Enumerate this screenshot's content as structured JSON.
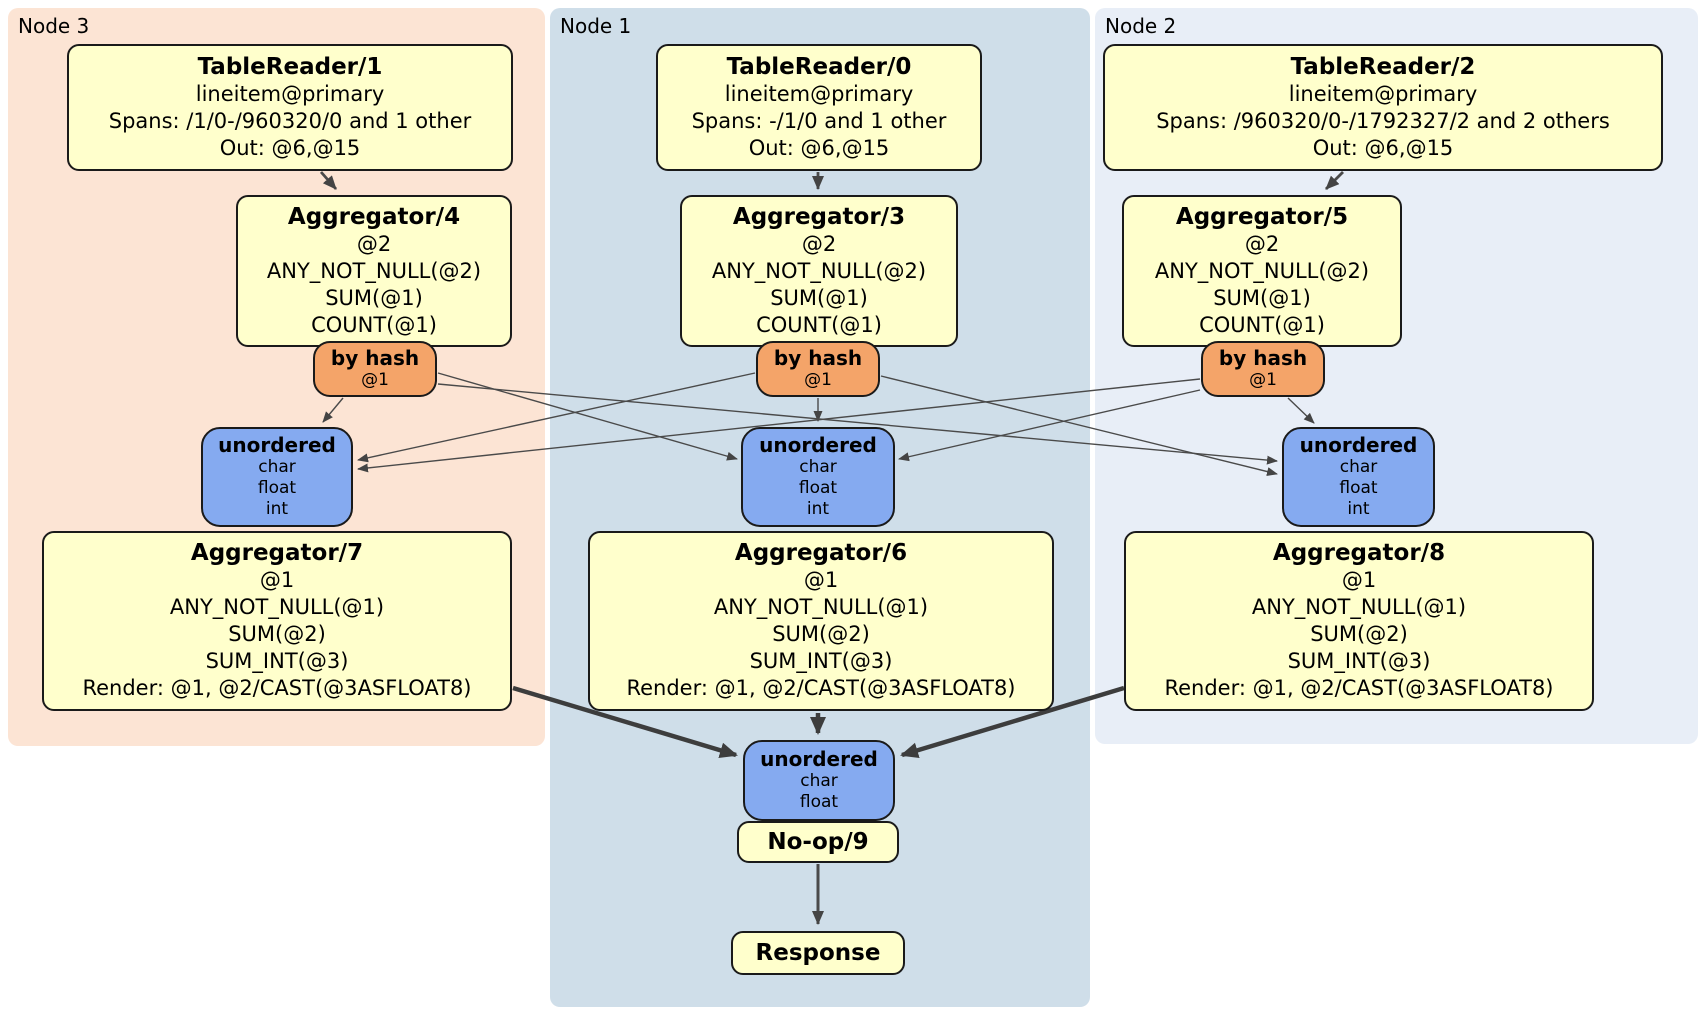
{
  "colors": {
    "node3_background": "#fce4d4",
    "node1_background": "#cfdee9",
    "node2_background": "#e8eef7",
    "processor_fill": "#ffffcc",
    "hash_router_fill": "#f4a469",
    "sync_fill": "#85aaf0",
    "edge_color": "#444444"
  },
  "nodes": [
    {
      "label": "Node 3",
      "table_reader": {
        "title": "TableReader/1",
        "lines": [
          "lineitem@primary",
          "Spans: /1/0-/960320/0 and 1 other",
          "Out: @6,@15"
        ]
      },
      "aggregator_top": {
        "title": "Aggregator/4",
        "lines": [
          "@2",
          "ANY_NOT_NULL(@2)",
          "SUM(@1)",
          "COUNT(@1)"
        ]
      },
      "hash_router": {
        "title": "by hash",
        "lines": [
          "@1"
        ]
      },
      "sync": {
        "title": "unordered",
        "lines": [
          "char",
          "float",
          "int"
        ]
      },
      "aggregator_bottom": {
        "title": "Aggregator/7",
        "lines": [
          "@1",
          "ANY_NOT_NULL(@1)",
          "SUM(@2)",
          "SUM_INT(@3)",
          "Render: @1, @2/CAST(@3ASFLOAT8)"
        ]
      }
    },
    {
      "label": "Node 1",
      "table_reader": {
        "title": "TableReader/0",
        "lines": [
          "lineitem@primary",
          "Spans: -/1/0 and 1 other",
          "Out: @6,@15"
        ]
      },
      "aggregator_top": {
        "title": "Aggregator/3",
        "lines": [
          "@2",
          "ANY_NOT_NULL(@2)",
          "SUM(@1)",
          "COUNT(@1)"
        ]
      },
      "hash_router": {
        "title": "by hash",
        "lines": [
          "@1"
        ]
      },
      "sync": {
        "title": "unordered",
        "lines": [
          "char",
          "float",
          "int"
        ]
      },
      "aggregator_bottom": {
        "title": "Aggregator/6",
        "lines": [
          "@1",
          "ANY_NOT_NULL(@1)",
          "SUM(@2)",
          "SUM_INT(@3)",
          "Render: @1, @2/CAST(@3ASFLOAT8)"
        ]
      }
    },
    {
      "label": "Node 2",
      "table_reader": {
        "title": "TableReader/2",
        "lines": [
          "lineitem@primary",
          "Spans: /960320/0-/1792327/2 and 2 others",
          "Out: @6,@15"
        ]
      },
      "aggregator_top": {
        "title": "Aggregator/5",
        "lines": [
          "@2",
          "ANY_NOT_NULL(@2)",
          "SUM(@1)",
          "COUNT(@1)"
        ]
      },
      "hash_router": {
        "title": "by hash",
        "lines": [
          "@1"
        ]
      },
      "sync": {
        "title": "unordered",
        "lines": [
          "char",
          "float",
          "int"
        ]
      },
      "aggregator_bottom": {
        "title": "Aggregator/8",
        "lines": [
          "@1",
          "ANY_NOT_NULL(@1)",
          "SUM(@2)",
          "SUM_INT(@3)",
          "Render: @1, @2/CAST(@3ASFLOAT8)"
        ]
      }
    }
  ],
  "final_stage": {
    "sync": {
      "title": "unordered",
      "lines": [
        "char",
        "float"
      ]
    },
    "noop": {
      "title": "No-op/9"
    },
    "response": {
      "title": "Response"
    }
  }
}
